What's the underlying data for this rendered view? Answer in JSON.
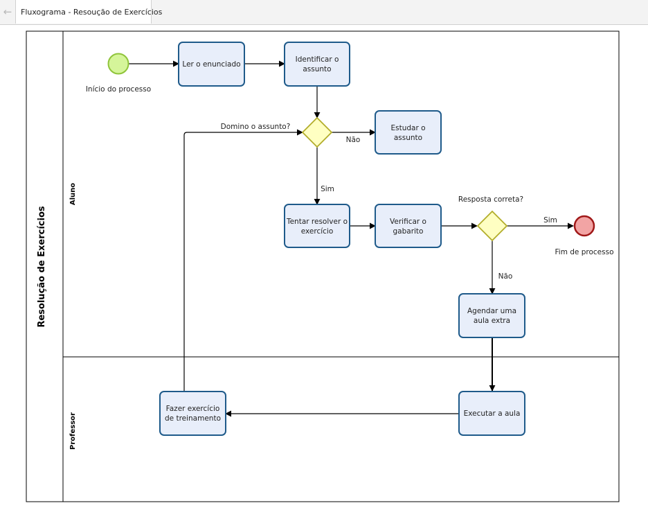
{
  "tab": {
    "title": "Fluxograma - Resoução de Exercícios"
  },
  "pool": {
    "title": "Resolução de Exercícios"
  },
  "lanes": {
    "aluno": "Aluno",
    "professor": "Professor"
  },
  "events": {
    "start": "Início do processo",
    "end": "Fim de processo"
  },
  "tasks": {
    "ler": "Ler o enunciado",
    "identificar": [
      "Identificar o",
      "assunto"
    ],
    "estudar": [
      "Estudar o",
      "assunto"
    ],
    "tentar": [
      "Tentar resolver o",
      "exercício"
    ],
    "verificar": [
      "Verificar o",
      "gabarito"
    ],
    "agendar": [
      "Agendar uma",
      "aula extra"
    ],
    "executar": "Executar a aula",
    "fazer": [
      "Fazer exercício",
      "de treinamento"
    ]
  },
  "gateways": {
    "g1": "Domino o assunto?",
    "g2": "Resposta correta?"
  },
  "flows": {
    "g1_no": "Não",
    "g1_yes": "Sim",
    "g2_yes": "Sim",
    "g2_no": "Não"
  },
  "colors": {
    "task_fill": "#e8eefa",
    "task_stroke": "#1e5a8a",
    "start_fill": "#d5f59a",
    "start_stroke": "#8fc43a",
    "end_fill": "#f2a4a4",
    "end_stroke": "#a01818",
    "gateway_fill": "#ffffc2",
    "gateway_stroke": "#b2ad2a"
  },
  "icons": {
    "back": "arrow-left-icon"
  }
}
